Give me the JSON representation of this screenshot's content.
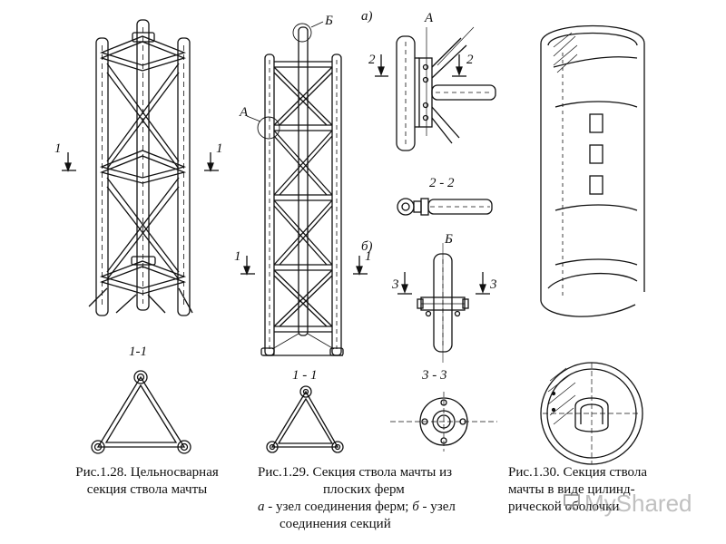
{
  "labels": {
    "fig1_section": "1-1",
    "fig1_cut_left": "1",
    "fig1_cut_right": "1",
    "fig2_node_A": "А",
    "fig2_node_B": "Б",
    "fig2_cut_left": "1",
    "fig2_cut_right": "1",
    "fig2_section": "1 - 1",
    "detail_a_mark": "а)",
    "detail_A": "А",
    "detail_2_left": "2",
    "detail_2_right": "2",
    "section_2_2": "2 - 2",
    "detail_b_mark": "б)",
    "detail_B": "Б",
    "detail_3_left": "3",
    "detail_3_right": "3",
    "section_3_3": "3 - 3"
  },
  "captions": {
    "fig128": [
      "Рис.1.28. Цельносварная",
      "секция ствола мачты"
    ],
    "fig129_l1": "Рис.1.29. Секция ствола мачты из",
    "fig129_l2": "плоских ферм",
    "fig129_l3_key": "а -",
    "fig129_l3_text": " узел соединения ферм; ",
    "fig129_l3_key2": "б -",
    "fig129_l3_text2": " узел",
    "fig129_l4": "соединения секций",
    "fig130": [
      "Рис.1.30. Секция ствола",
      "мачты в виде цилинд-",
      "рической оболочки"
    ]
  },
  "watermark": {
    "text": "MyShared",
    "color": "#8c8c8c"
  }
}
